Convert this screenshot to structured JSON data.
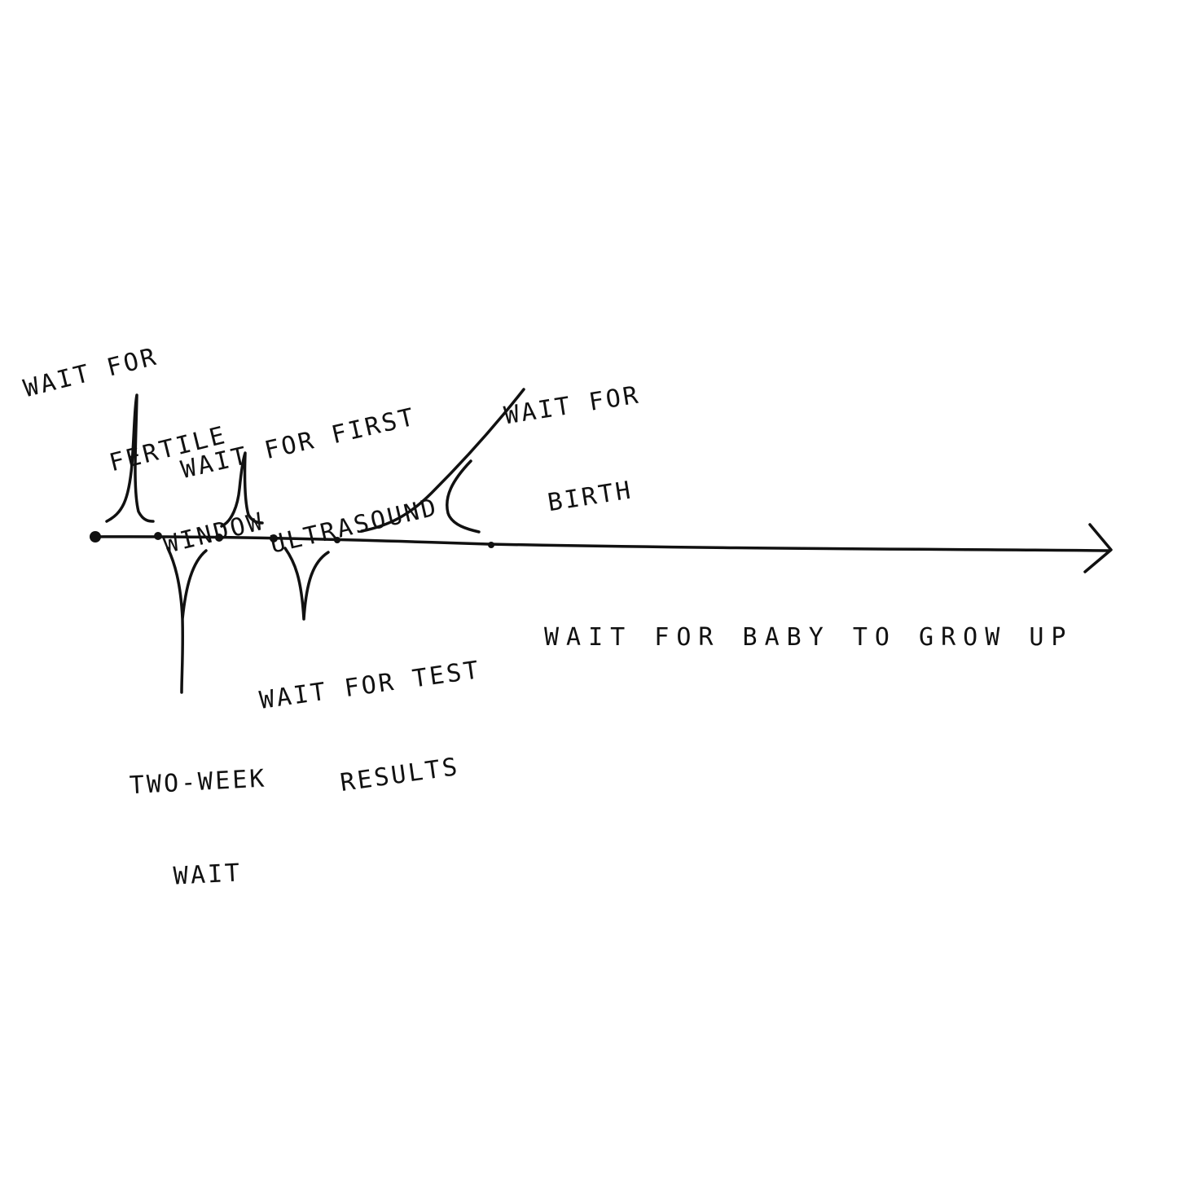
{
  "diagram": {
    "ink_color": "#111111",
    "background_color": "#ffffff",
    "labels": {
      "fertile_window": [
        "WAIT FOR",
        "FERTILE",
        "WINDOW"
      ],
      "two_week_wait": [
        "TWO-WEEK",
        "WAIT"
      ],
      "first_ultrasound": [
        "WAIT FOR FIRST",
        "ULTRASOUND"
      ],
      "test_results": [
        "WAIT FOR TEST",
        "RESULTS"
      ],
      "birth": [
        "WAIT FOR",
        "BIRTH"
      ],
      "grow_up": "WAIT FOR BABY TO GROW UP"
    }
  }
}
